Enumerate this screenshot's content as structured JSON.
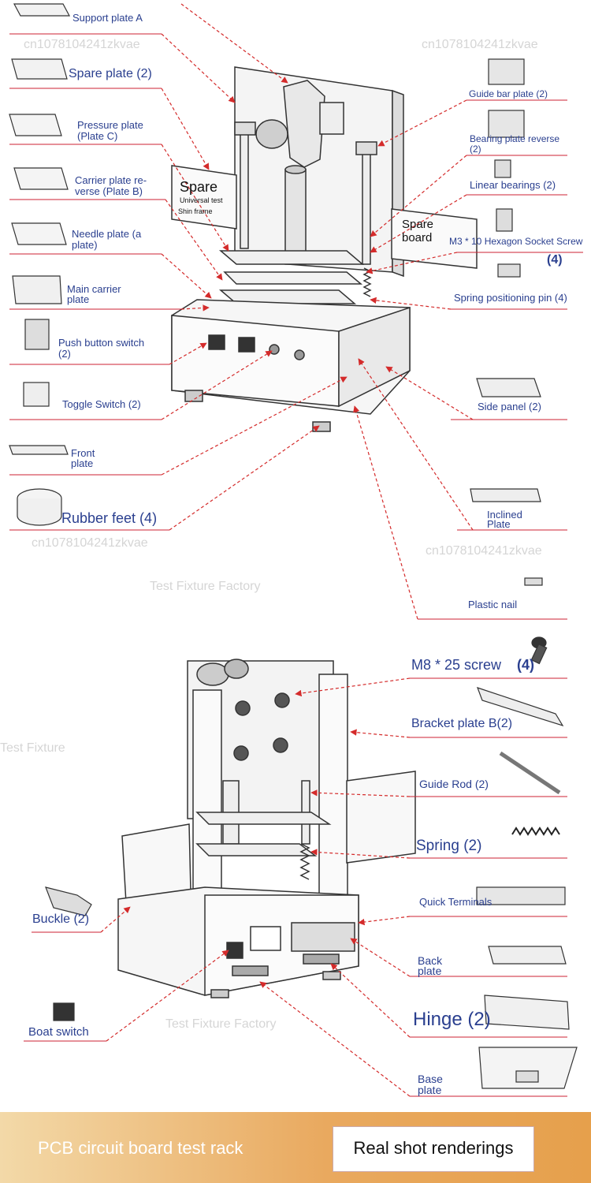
{
  "watermarks": {
    "id": "cn1078104241zkvae",
    "factory": "Test Fixture Factory",
    "short": "Test Fixture"
  },
  "colors": {
    "label": "#2a3f8f",
    "leader": "#d42b2b",
    "footer_start": "#f3d9a8",
    "footer_end": "#e6a04c"
  },
  "top_parts": {
    "support_plate_a": "Support plate A",
    "spare_plate": "Spare plate (2)",
    "pressure_plate": "Pressure plate",
    "pressure_plate_sub": "(Plate C)",
    "carrier_reverse": "Carrier plate re-",
    "carrier_reverse_sub": "verse (Plate B)",
    "needle_plate": "Needle plate (a",
    "needle_plate_sub": "plate)",
    "main_carrier": "Main carrier",
    "main_carrier_sub": "plate",
    "push_button": "Push button switch",
    "push_button_sub": "(2)",
    "toggle_switch": "Toggle Switch (2)",
    "front_plate": "Front",
    "front_plate_sub": "plate",
    "rubber_feet": "Rubber feet (4)",
    "guide_bar_plate": "Guide bar plate (2)",
    "bearing_plate": "Bearing plate reverse",
    "bearing_plate_sub": "(2)",
    "linear_bearings": "Linear bearings (2)",
    "m3_screw": "M3 * 10 Hexagon Socket Screw",
    "m3_count": "(4)",
    "spring_pin": "Spring positioning pin (4)",
    "side_panel": "Side panel (2)",
    "inclined_plate": "Inclined",
    "inclined_plate_sub": "Plate",
    "plastic_nail": "Plastic nail",
    "spare_sign": "Spare",
    "spare_sign_sub1": "Universal test",
    "spare_sign_sub2": "Shin frame",
    "spare_board": "Spare",
    "spare_board_sub": "board"
  },
  "bottom_parts": {
    "m8_screw": "M8 * 25 screw",
    "m8_count": "(4)",
    "bracket_plate": "Bracket plate B(2)",
    "guide_rod": "Guide Rod (2)",
    "spring": "Spring (2)",
    "quick_terminals": "Quick Terminals",
    "back_plate": "Back",
    "back_plate_sub": "plate",
    "hinge": "Hinge (2)",
    "base_plate": "Base",
    "base_plate_sub": "plate",
    "buckle": "Buckle (2)",
    "boat_switch": "Boat switch"
  },
  "footer": {
    "left": "PCB circuit board test rack",
    "right": "Real shot renderings"
  }
}
